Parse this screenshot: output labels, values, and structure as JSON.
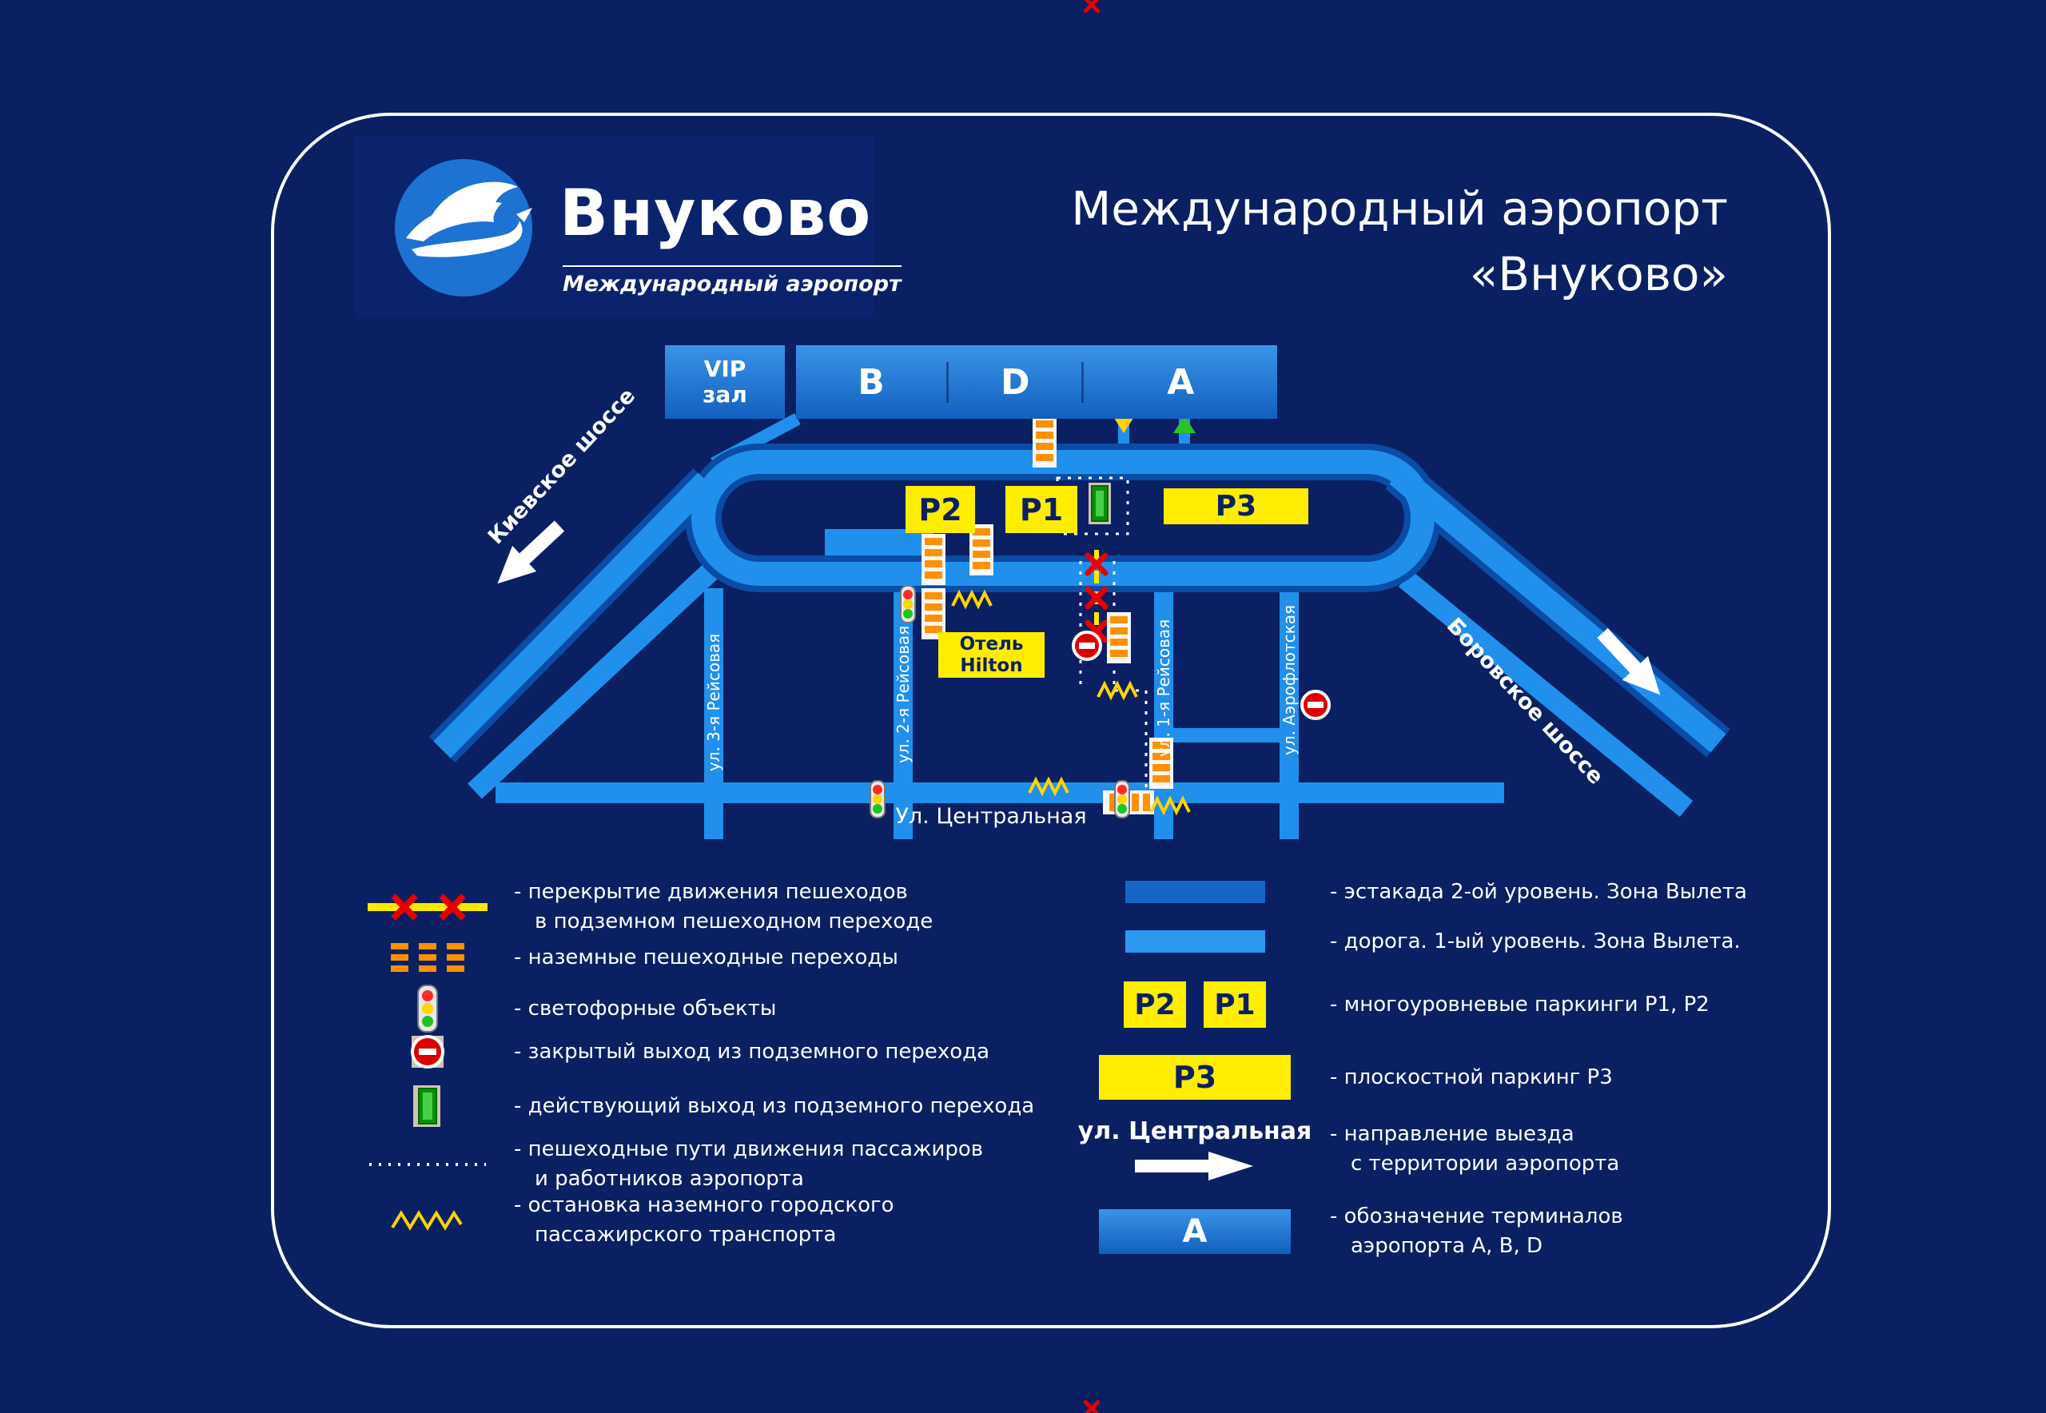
{
  "colors": {
    "background": "#0A2063",
    "road_blue": "#2090EC",
    "road_dark_edge": "#0A4CA6",
    "terminal_blue": "#1B76D8",
    "yellow": "#FFED00",
    "orange_crosswalk": "#FF9000",
    "barrier_yellow": "#FFE800",
    "red": "#E60000",
    "green": "#27C427",
    "white": "#FFFFFF"
  },
  "logo": {
    "icon": "pegasus-in-circle",
    "name": "Внуково",
    "subtitle": "Международный аэропорт"
  },
  "title": {
    "line1": "Международный аэропорт",
    "line2": "«Внуково»"
  },
  "map": {
    "vip": {
      "line1": "VIP",
      "line2": "зал"
    },
    "terminals": [
      {
        "label": "B"
      },
      {
        "label": "D"
      },
      {
        "label": "A"
      }
    ],
    "parkings": {
      "p2": "P2",
      "p1": "P1",
      "p3": "P3"
    },
    "hotel": {
      "line1": "Отель",
      "line2": "Hilton"
    },
    "streets": {
      "central": "Ул. Центральная",
      "reisovaya3": "ул. 3-я Рейсовая",
      "reisovaya2": "ул. 2-я Рейсовая",
      "reisovaya1": "ул. 1-я Рейсовая",
      "aeroflotskaya": "ул. Аэрофлотская"
    },
    "highways": {
      "kievskoe": "Киевское шоссе",
      "borovskoe": "Боровское шоссе"
    }
  },
  "legend_left": {
    "items": [
      {
        "icon": "closed-underpass-crossing",
        "text1": "-  перекрытие движения пешеходов",
        "text2": "в подземном пешеходном переходе"
      },
      {
        "icon": "ground-crosswalk",
        "text1": "-  наземные пешеходные переходы",
        "text2": ""
      },
      {
        "icon": "traffic-light",
        "text1": "-  светофорные объекты",
        "text2": ""
      },
      {
        "icon": "closed-exit",
        "text1": "-  закрытый выход из подземного перехода",
        "text2": ""
      },
      {
        "icon": "active-exit",
        "text1": "-  действующий выход из подземного перехода",
        "text2": ""
      },
      {
        "icon": "pedestrian-path",
        "text1": "-  пешеходные пути движения пассажиров",
        "text2": "и работников аэропорта"
      },
      {
        "icon": "bus-stop",
        "text1": "-  остановка наземного городского",
        "text2": "пассажирского транспорта"
      }
    ]
  },
  "legend_right": {
    "items": [
      {
        "icon": "estakada-bar",
        "text1": "- эстакада 2-ой уровень. Зона Вылета",
        "text2": ""
      },
      {
        "icon": "road-bar",
        "text1": "- дорога. 1-ый уровень. Зона Вылета.",
        "text2": ""
      },
      {
        "icon": "multilevel-parking-boxes",
        "p2": "P2",
        "p1": "P1",
        "text1": "-  многоуровневые паркинги P1, P2",
        "text2": ""
      },
      {
        "icon": "flat-parking-box",
        "p3": "P3",
        "text1": "- плоскостной паркинг P3",
        "text2": ""
      },
      {
        "icon": "exit-direction-arrow",
        "street": "ул. Центральная",
        "text1": "-  направление выезда",
        "text2": "с территории аэропорта"
      },
      {
        "icon": "terminal-designation-box",
        "terminal": "A",
        "text1": "-  обозначение терминалов",
        "text2": "аэропорта A, B, D"
      }
    ]
  }
}
